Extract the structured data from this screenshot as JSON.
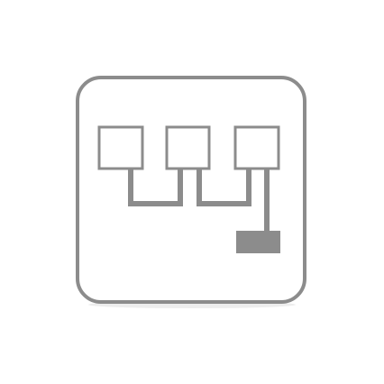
{
  "icon": {
    "name": "network-topology-icon",
    "stroke_color": "#8c8c8c",
    "fill_color": "#8c8c8c",
    "background_color": "#ffffff",
    "nodes": [
      "node-1",
      "node-2",
      "node-3"
    ],
    "terminal": "terminal-block"
  }
}
